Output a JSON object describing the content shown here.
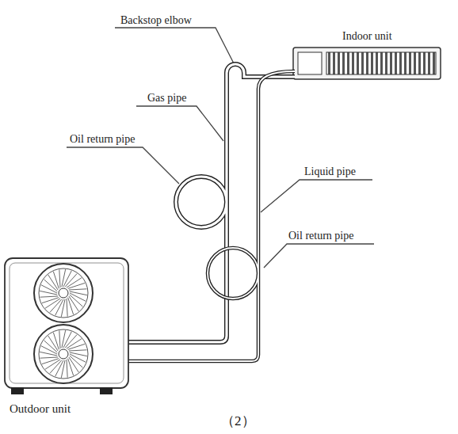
{
  "diagram": {
    "caption": "（2）",
    "labels": [
      "Backstop elbow",
      "Indoor unit",
      "Gas pipe",
      "Oil return pipe",
      "Liquid pipe",
      "Oil return pipe",
      "Outdoor unit"
    ]
  }
}
